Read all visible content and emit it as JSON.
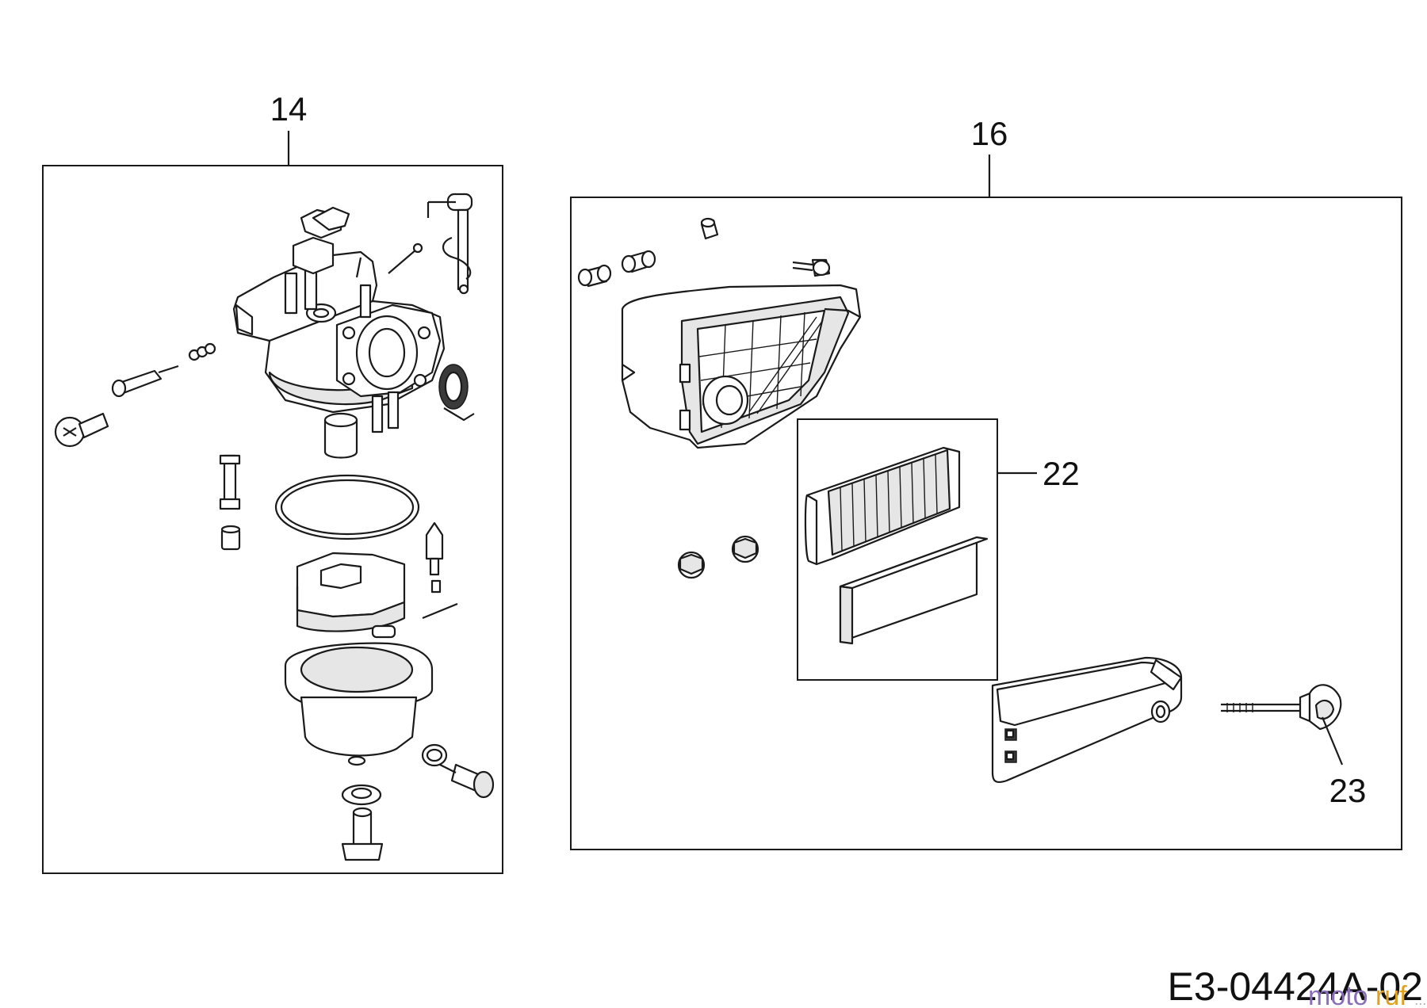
{
  "diagram": {
    "callouts": {
      "carburetor_assembly": "14",
      "air_cleaner_assembly": "16",
      "air_filter_element": "22",
      "wing_bolt": "23"
    },
    "drawing_code": "E3-04424A-02",
    "watermark": {
      "part1": "moto",
      "part2": "ruf",
      "part3": "..."
    }
  }
}
